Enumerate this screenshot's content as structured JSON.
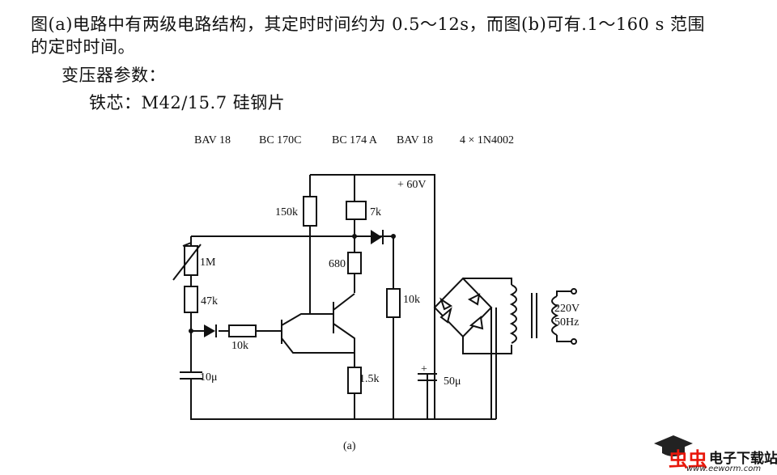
{
  "text": {
    "line1": "图(a)电路中有两级电路结构，其定时时间约为 0.5～12s，而图(b)可有.1～160 s 范围",
    "line2": "的定时时间。",
    "line3": "变压器参数：",
    "line4": "铁芯：M42/15.7 硅钢片"
  },
  "parts_list": [
    "BAV 18",
    "BC  170C",
    "BC 174 A",
    "BAV 18",
    "4 × 1N4002"
  ],
  "diagram": {
    "labels": {
      "r150k": "150k",
      "r7k": "7k",
      "supply": "+ 60V",
      "r680": "680",
      "pot1m": "1M",
      "r47k": "47k",
      "r10k_right": "10k",
      "r10k_base": "10k",
      "c10u": "10μ",
      "r1_5k": "1.5k",
      "c50u": "50μ",
      "c50u_plus": "+",
      "mains_v": "220V",
      "mains_f": "50Hz",
      "caption": "(a)"
    }
  },
  "watermark": {
    "chars": "虫虫",
    "name": "电子下载站",
    "url": "www.eeworm.com"
  }
}
